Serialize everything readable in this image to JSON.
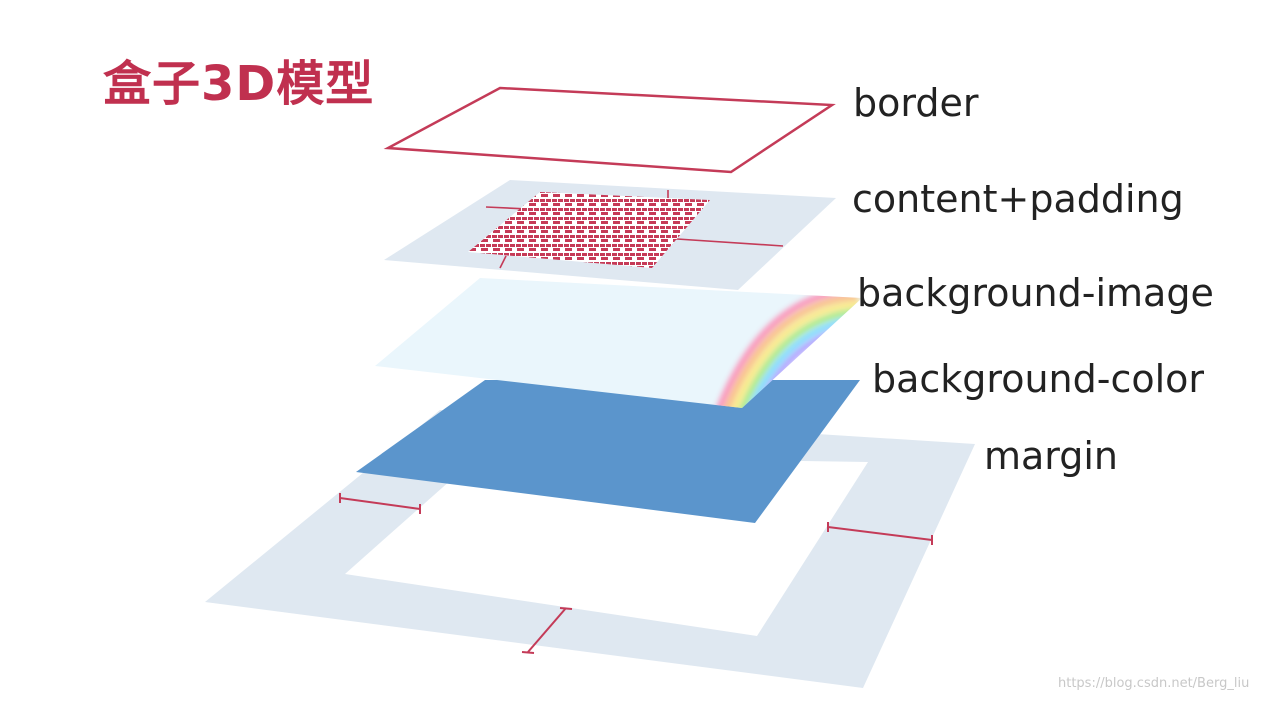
{
  "title": "盒子3D模型",
  "layers": {
    "border": "border",
    "content_padding": "content+padding",
    "background_image": "background-image",
    "background_color": "background-color",
    "margin": "margin"
  },
  "watermark": "https://blog.csdn.net/Berg_liu",
  "colors": {
    "title": "#c0304f",
    "border_stroke": "#c43b58",
    "content_fill": "#c63a57",
    "padding_fill": "#dfe8f1",
    "image_fill": "#eaf6fc",
    "color_fill": "#5b95cc",
    "margin_fill": "#dfe8f1"
  }
}
